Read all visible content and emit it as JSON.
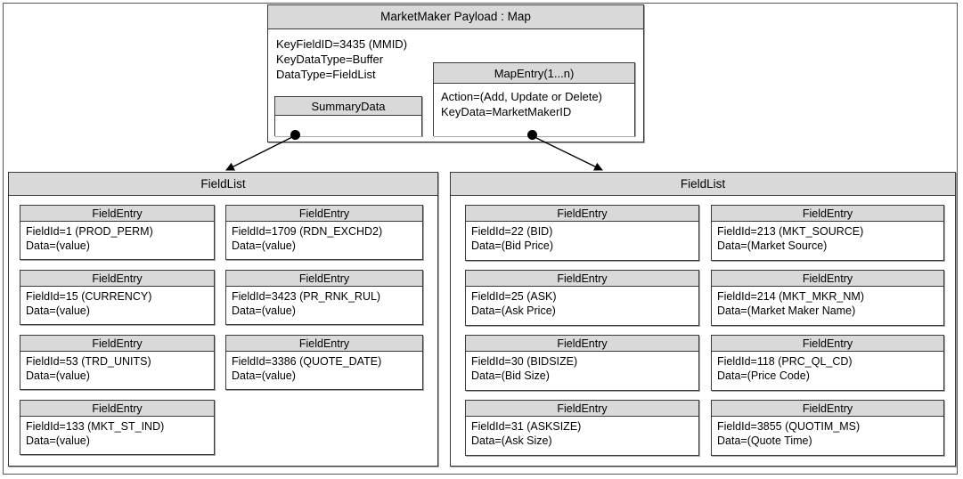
{
  "diagram": {
    "title": "MarketMaker Payload : Map",
    "payload": {
      "header": "MarketMaker Payload : Map",
      "lines": [
        "KeyFieldID=3435 (MMID)",
        "KeyDataType=Buffer",
        "DataType=FieldList"
      ],
      "summary_data": {
        "header": "SummaryData",
        "lines": []
      },
      "map_entry": {
        "header": "MapEntry(1...n)",
        "lines": [
          "Action=(Add, Update or Delete)",
          "KeyData=MarketMakerID"
        ]
      }
    },
    "panels": [
      {
        "header": "FieldList",
        "columns": [
          {
            "entries": [
              {
                "header": "FieldEntry",
                "lines": [
                  "FieldId=1 (PROD_PERM)",
                  "Data=(value)"
                ]
              },
              {
                "header": "FieldEntry",
                "lines": [
                  "FieldId=15 (CURRENCY)",
                  "Data=(value)"
                ]
              },
              {
                "header": "FieldEntry",
                "lines": [
                  "FieldId=53 (TRD_UNITS)",
                  "Data=(value)"
                ]
              },
              {
                "header": "FieldEntry",
                "lines": [
                  "FieldId=133 (MKT_ST_IND)",
                  "Data=(value)"
                ]
              }
            ]
          },
          {
            "entries": [
              {
                "header": "FieldEntry",
                "lines": [
                  "FieldId=1709 (RDN_EXCHD2)",
                  "Data=(value)"
                ]
              },
              {
                "header": "FieldEntry",
                "lines": [
                  "FieldId=3423 (PR_RNK_RUL)",
                  "Data=(value)"
                ]
              },
              {
                "header": "FieldEntry",
                "lines": [
                  "FieldId=3386 (QUOTE_DATE)",
                  "Data=(value)"
                ]
              }
            ]
          }
        ]
      },
      {
        "header": "FieldList",
        "columns": [
          {
            "entries": [
              {
                "header": "FieldEntry",
                "lines": [
                  "FieldId=22 (BID)",
                  "Data=(Bid Price)"
                ]
              },
              {
                "header": "FieldEntry",
                "lines": [
                  "FieldId=25 (ASK)",
                  "Data=(Ask Price)"
                ]
              },
              {
                "header": "FieldEntry",
                "lines": [
                  "FieldId=30 (BIDSIZE)",
                  "Data=(Bid Size)"
                ]
              },
              {
                "header": "FieldEntry",
                "lines": [
                  "FieldId=31 (ASKSIZE)",
                  "Data=(Ask Size)"
                ]
              }
            ]
          },
          {
            "entries": [
              {
                "header": "FieldEntry",
                "lines": [
                  "FieldId=213 (MKT_SOURCE)",
                  "Data=(Market Source)"
                ]
              },
              {
                "header": "FieldEntry",
                "lines": [
                  "FieldId=214 (MKT_MKR_NM)",
                  "Data=(Market Maker Name)"
                ]
              },
              {
                "header": "FieldEntry",
                "lines": [
                  "FieldId=118 (PRC_QL_CD)",
                  "Data=(Price Code)"
                ]
              },
              {
                "header": "FieldEntry",
                "lines": [
                  "FieldId=3855 (QUOTIM_MS)",
                  "Data=(Quote Time)"
                ]
              }
            ]
          }
        ]
      }
    ],
    "colors": {
      "header_fill": "#d9d9d9",
      "body_fill": "#ffffff",
      "stroke": "#3a3a3a",
      "connector": "#000000"
    }
  }
}
